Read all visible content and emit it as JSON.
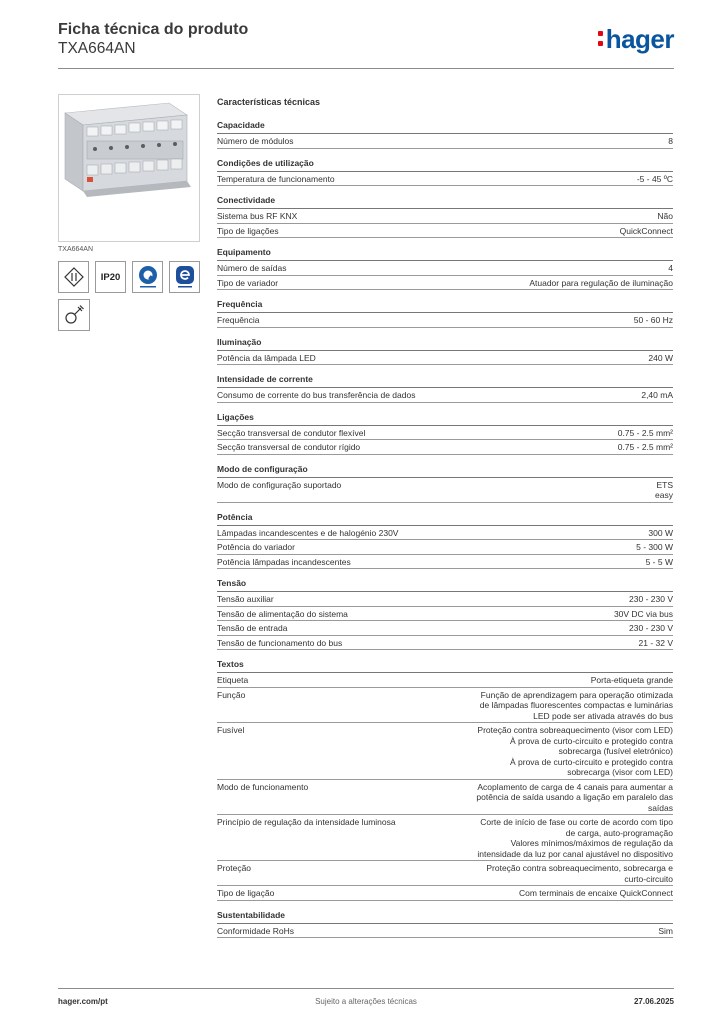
{
  "header": {
    "title": "Ficha técnica do produto",
    "subtitle": "TXA664AN",
    "logo_text": "hager"
  },
  "left": {
    "image_caption": "TXA664AN",
    "badges": [
      {
        "icon": "din-rail-icon"
      },
      {
        "text": "IP20",
        "icon": "ip20-badge"
      },
      {
        "icon": "quickconnect-icon"
      },
      {
        "icon": "easy-config-icon"
      },
      {
        "icon": "ce-plug-icon"
      }
    ]
  },
  "main": {
    "heading": "Características técnicas",
    "sections": [
      {
        "title": "Capacidade",
        "rows": [
          {
            "label": "Número de módulos",
            "value": "8"
          }
        ]
      },
      {
        "title": "Condições de utilização",
        "rows": [
          {
            "label": "Temperatura de funcionamento",
            "value": "-5 - 45 ºC"
          }
        ]
      },
      {
        "title": "Conectividade",
        "rows": [
          {
            "label": "Sistema bus RF KNX",
            "value": "Não"
          },
          {
            "label": "Tipo de ligações",
            "value": "QuickConnect"
          }
        ]
      },
      {
        "title": "Equipamento",
        "rows": [
          {
            "label": "Número de saídas",
            "value": "4"
          },
          {
            "label": "Tipo de variador",
            "value": "Atuador para regulação de iluminação"
          }
        ]
      },
      {
        "title": "Frequência",
        "rows": [
          {
            "label": "Frequência",
            "value": "50 - 60 Hz"
          }
        ]
      },
      {
        "title": "Iluminação",
        "rows": [
          {
            "label": "Potência da lâmpada LED",
            "value": "240 W"
          }
        ]
      },
      {
        "title": "Intensidade de corrente",
        "rows": [
          {
            "label": "Consumo de corrente do bus transferência de dados",
            "value": "2,40 mA"
          }
        ]
      },
      {
        "title": "Ligações",
        "rows": [
          {
            "label": "Secção transversal de condutor flexível",
            "value": "0.75 - 2.5 mm²"
          },
          {
            "label": "Secção transversal de condutor rígido",
            "value": "0.75 - 2.5 mm²"
          }
        ]
      },
      {
        "title": "Modo de configuração",
        "rows": [
          {
            "label": "Modo de configuração suportado",
            "lines": [
              "ETS",
              "easy"
            ]
          }
        ]
      },
      {
        "title": "Potência",
        "rows": [
          {
            "label": "Lâmpadas incandescentes e de halogénio 230V",
            "value": "300 W"
          },
          {
            "label": "Potência do variador",
            "value": "5 - 300 W"
          },
          {
            "label": "Potência lâmpadas incandescentes",
            "value": "5 - 5 W"
          }
        ]
      },
      {
        "title": "Tensão",
        "rows": [
          {
            "label": "Tensão auxiliar",
            "value": "230 - 230 V"
          },
          {
            "label": "Tensão de alimentação do sistema",
            "value": "30V DC via bus"
          },
          {
            "label": "Tensão de entrada",
            "value": "230 - 230 V"
          },
          {
            "label": "Tensão de funcionamento do bus",
            "value": "21 - 32 V"
          }
        ]
      },
      {
        "title": "Textos",
        "rows": [
          {
            "label": "Etiqueta",
            "value": "Porta-etiqueta grande"
          },
          {
            "label": "Função",
            "lines": [
              "Função de aprendizagem para operação otimizada",
              "de lâmpadas fluorescentes compactas e luminárias",
              "LED pode ser ativada através do bus"
            ]
          },
          {
            "label": "Fusível",
            "lines": [
              "Proteção contra sobreaquecimento (visor com LED)",
              "À prova de curto-circuito e protegido contra",
              "sobrecarga (fusível eletrónico)",
              "À prova de curto-circuito e protegido contra",
              "sobrecarga (visor com LED)"
            ]
          },
          {
            "label": "Modo de funcionamento",
            "lines": [
              "Acoplamento de carga de 4 canais para aumentar a",
              "potência de saída usando a ligação em paralelo das",
              "saídas"
            ]
          },
          {
            "label": "Princípio de regulação da intensidade luminosa",
            "lines": [
              "Corte de início de fase ou corte de acordo com tipo",
              "de carga, auto-programação",
              "Valores mínimos/máximos de regulação da",
              "intensidade da luz por canal ajustável no dispositivo"
            ]
          },
          {
            "label": "Proteção",
            "lines": [
              "Proteção contra sobreaquecimento, sobrecarga e",
              "curto-circuito"
            ]
          },
          {
            "label": "Tipo de ligação",
            "value": "Com terminais de encaixe QuickConnect"
          }
        ]
      },
      {
        "title": "Sustentabilidade",
        "rows": [
          {
            "label": "Conformidade RoHs",
            "value": "Sim"
          }
        ]
      }
    ]
  },
  "footer": {
    "website": "hager.com/pt",
    "notice": "Sujeito a alterações técnicas",
    "date": "27.06.2025"
  }
}
